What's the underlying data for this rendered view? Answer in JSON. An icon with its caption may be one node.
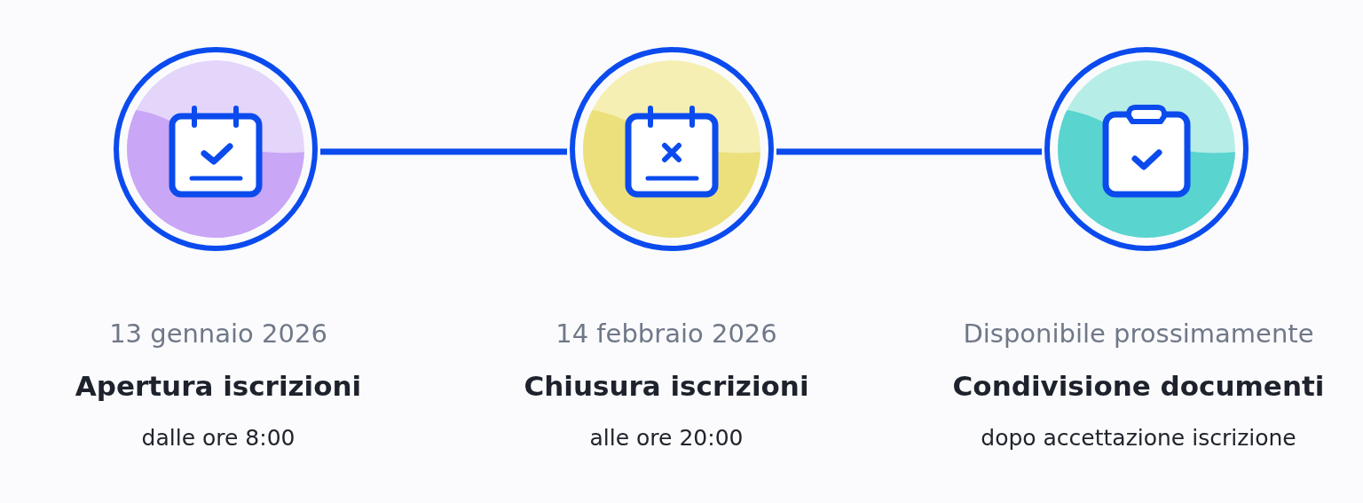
{
  "diagram": {
    "nodes": [
      {
        "text": [],
        "shape": "circle",
        "beside": [
          "13 gennaio 2026",
          "Apertura iscrizioni",
          "dalle ore 8:00"
        ]
      },
      {
        "text": [],
        "shape": "circle",
        "beside": [
          "14 febbraio 2026",
          "Chiusura iscrizioni",
          "alle ore 20:00"
        ]
      },
      {
        "text": [],
        "shape": "circle",
        "beside": [
          "Disponibile prossimamente",
          "Condivisione documenti",
          "dopo accettazione iscrizione"
        ]
      }
    ],
    "edges": [
      {
        "from": 0,
        "to": 1,
        "arrow": "none"
      },
      {
        "from": 1,
        "to": 2,
        "arrow": "none"
      }
    ]
  }
}
